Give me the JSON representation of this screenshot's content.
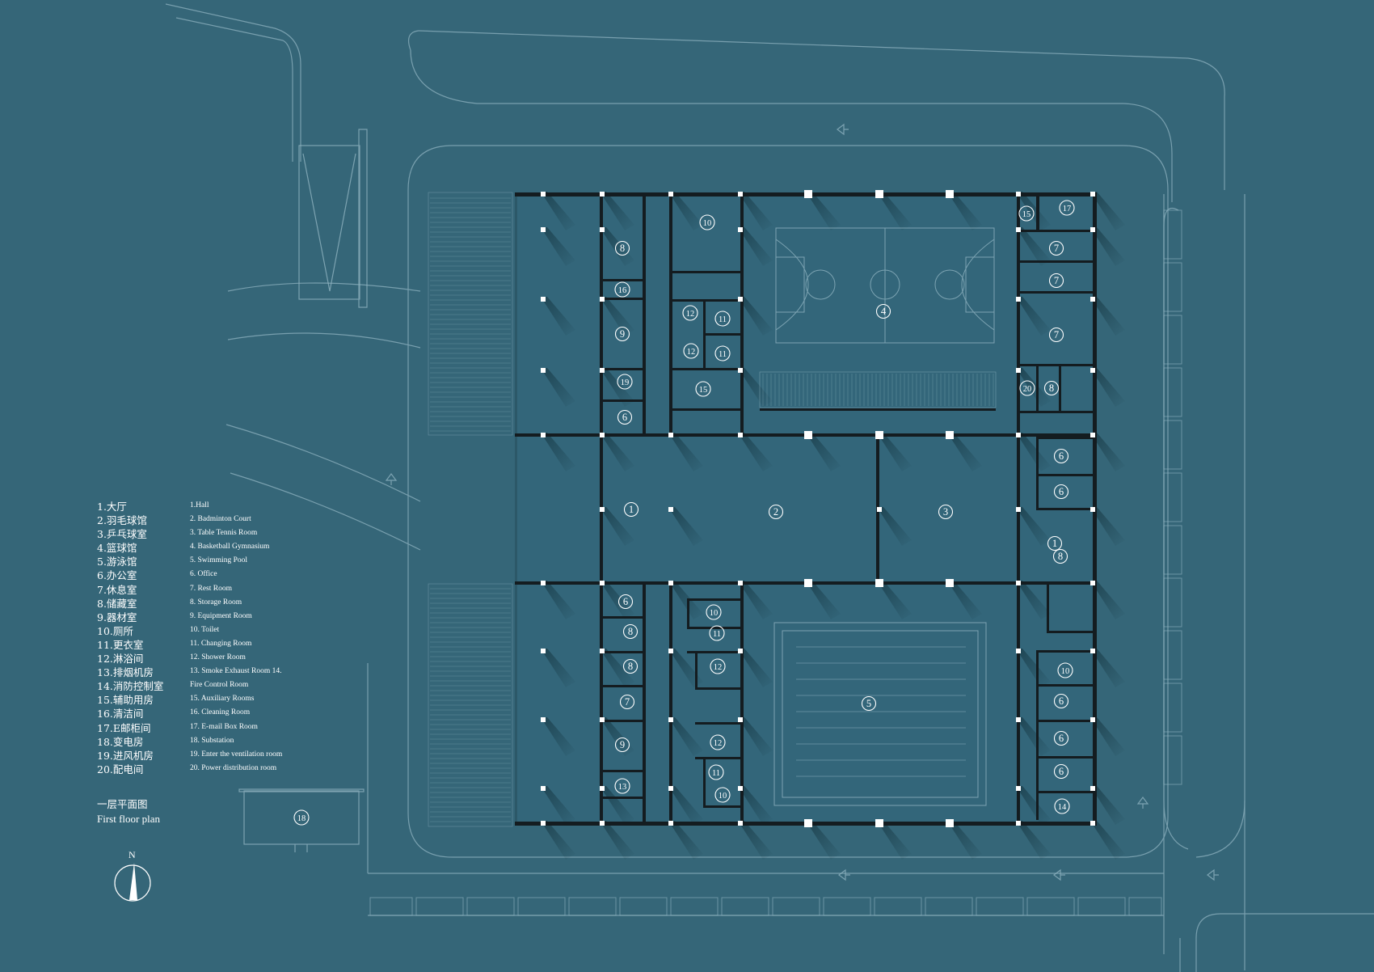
{
  "legend_cn": [
    "1.大厅",
    "2.羽毛球馆",
    "3.乒乓球室",
    "4.篮球馆",
    "5.游泳馆",
    "6.办公室",
    "7.休息室",
    "8.储藏室",
    "9.器材室",
    "10.厕所",
    "11.更衣室",
    "12.淋浴间",
    "13.排烟机房",
    "14.消防控制室",
    "15.辅助用房",
    "16.清洁间",
    "17.E邮柜间",
    "18.变电房",
    "19.进风机房",
    "20.配电间"
  ],
  "legend_en": [
    "1.Hall",
    "2. Badminton Court",
    "3. Table Tennis Room",
    "4. Basketball Gymnasium",
    "5. Swimming Pool",
    "6. Office",
    "7. Rest Room",
    "8. Storage Room",
    "9. Equipment Room",
    "10. Toilet",
    "11. Changing Room",
    "12. Shower Room",
    "13. Smoke Exhaust Room 14.",
    "Fire Control Room",
    "15. Auxiliary Rooms",
    "16. Cleaning Room",
    "17. E-mail Box Room",
    "18. Substation",
    "19. Enter the ventilation room",
    "20. Power distribution room"
  ],
  "title_cn": "一层平面图",
  "title_en": "First floor plan",
  "compass_label": "N",
  "room_labels": [
    {
      "n": "1"
    },
    {
      "n": "1"
    },
    {
      "n": "2"
    },
    {
      "n": "3"
    },
    {
      "n": "4"
    },
    {
      "n": "5"
    },
    {
      "n": "6"
    },
    {
      "n": "6"
    },
    {
      "n": "6"
    },
    {
      "n": "6"
    },
    {
      "n": "6"
    },
    {
      "n": "6"
    },
    {
      "n": "6"
    },
    {
      "n": "7"
    },
    {
      "n": "7"
    },
    {
      "n": "7"
    },
    {
      "n": "7"
    },
    {
      "n": "8"
    },
    {
      "n": "8"
    },
    {
      "n": "8"
    },
    {
      "n": "8"
    },
    {
      "n": "8"
    },
    {
      "n": "9"
    },
    {
      "n": "9"
    },
    {
      "n": "10"
    },
    {
      "n": "10"
    },
    {
      "n": "10"
    },
    {
      "n": "10"
    },
    {
      "n": "11"
    },
    {
      "n": "11"
    },
    {
      "n": "11"
    },
    {
      "n": "11"
    },
    {
      "n": "12"
    },
    {
      "n": "12"
    },
    {
      "n": "12"
    },
    {
      "n": "12"
    },
    {
      "n": "13"
    },
    {
      "n": "14"
    },
    {
      "n": "15"
    },
    {
      "n": "15"
    },
    {
      "n": "16"
    },
    {
      "n": "17"
    },
    {
      "n": "18"
    },
    {
      "n": "19"
    },
    {
      "n": "20"
    }
  ],
  "colors": {
    "background": "#356678",
    "wall": "#141c20",
    "line": "#8fb3c0",
    "text": "#ffffff"
  }
}
